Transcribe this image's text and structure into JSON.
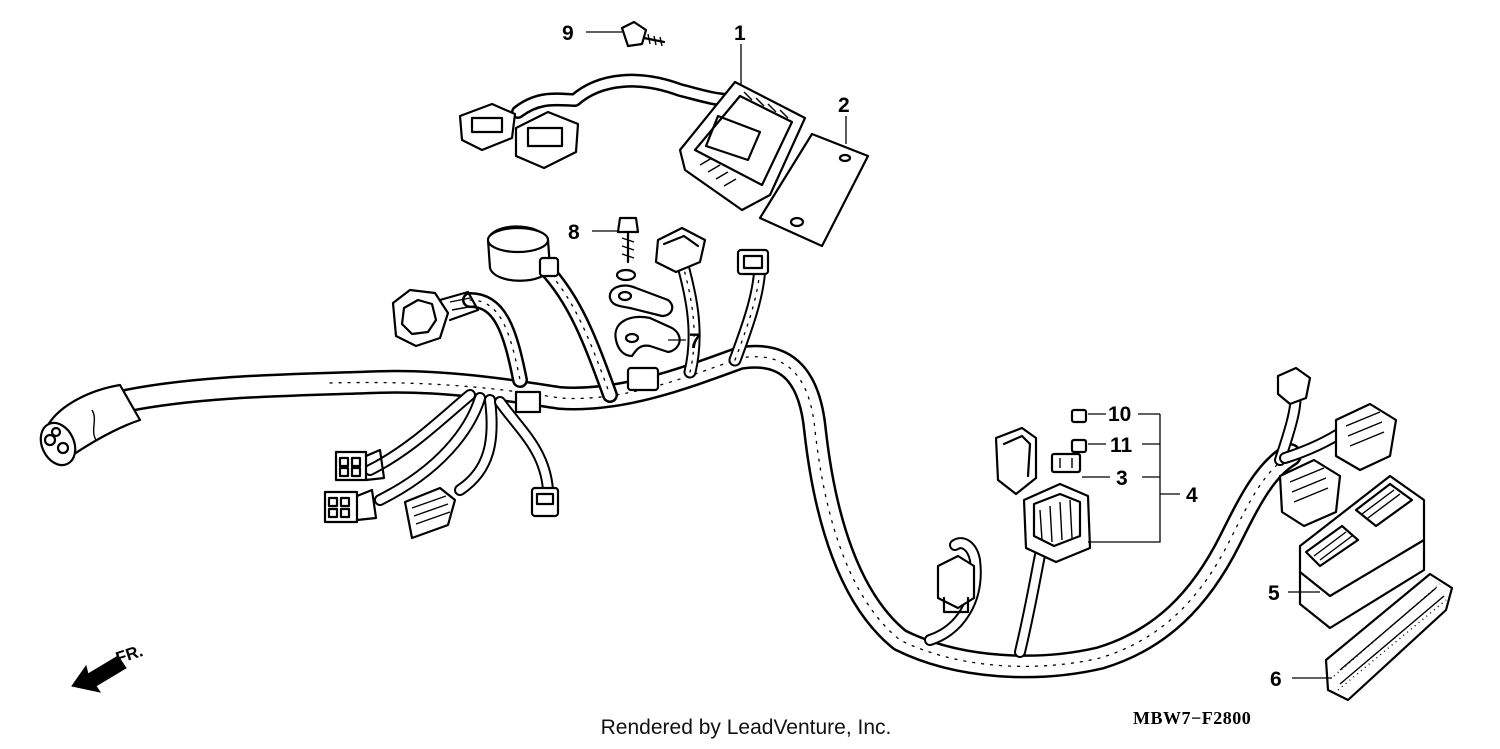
{
  "diagram": {
    "code": "MBW7−F2800",
    "credit": "Rendered by LeadVenture, Inc.",
    "direction_label": "FR.",
    "callouts": [
      {
        "id": "1",
        "label": "1"
      },
      {
        "id": "2",
        "label": "2"
      },
      {
        "id": "3",
        "label": "3"
      },
      {
        "id": "4",
        "label": "4"
      },
      {
        "id": "5",
        "label": "5"
      },
      {
        "id": "6",
        "label": "6"
      },
      {
        "id": "7",
        "label": "7"
      },
      {
        "id": "8",
        "label": "8"
      },
      {
        "id": "9",
        "label": "9"
      },
      {
        "id": "10",
        "label": "10"
      },
      {
        "id": "11",
        "label": "11"
      }
    ]
  }
}
